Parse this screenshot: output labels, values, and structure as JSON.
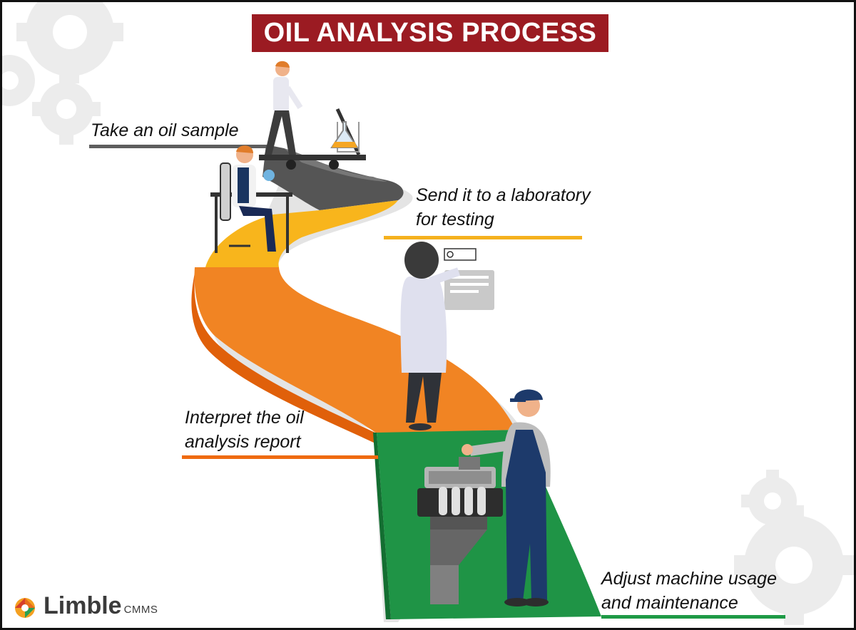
{
  "title": "OIL ANALYSIS PROCESS",
  "steps": [
    {
      "lines": [
        "Take an oil sample"
      ],
      "color": "#5e5e5e"
    },
    {
      "lines": [
        "Send it to a laboratory",
        "for testing"
      ],
      "color": "#f5b11e"
    },
    {
      "lines": [
        "Interpret the oil",
        "analysis report"
      ],
      "color": "#ef6b10"
    },
    {
      "lines": [
        "Adjust machine usage",
        "and maintenance"
      ],
      "color": "#1e9a46"
    }
  ],
  "logo": {
    "name": "Limble",
    "suffix": "CMMS"
  },
  "colors": {
    "title_bg": "#9b1b22",
    "road_gray": "#5a5a5a",
    "road_yellow": "#f8b51c",
    "road_orange": "#f18423",
    "road_green": "#1f9446",
    "gear": "#e9e9e9"
  }
}
